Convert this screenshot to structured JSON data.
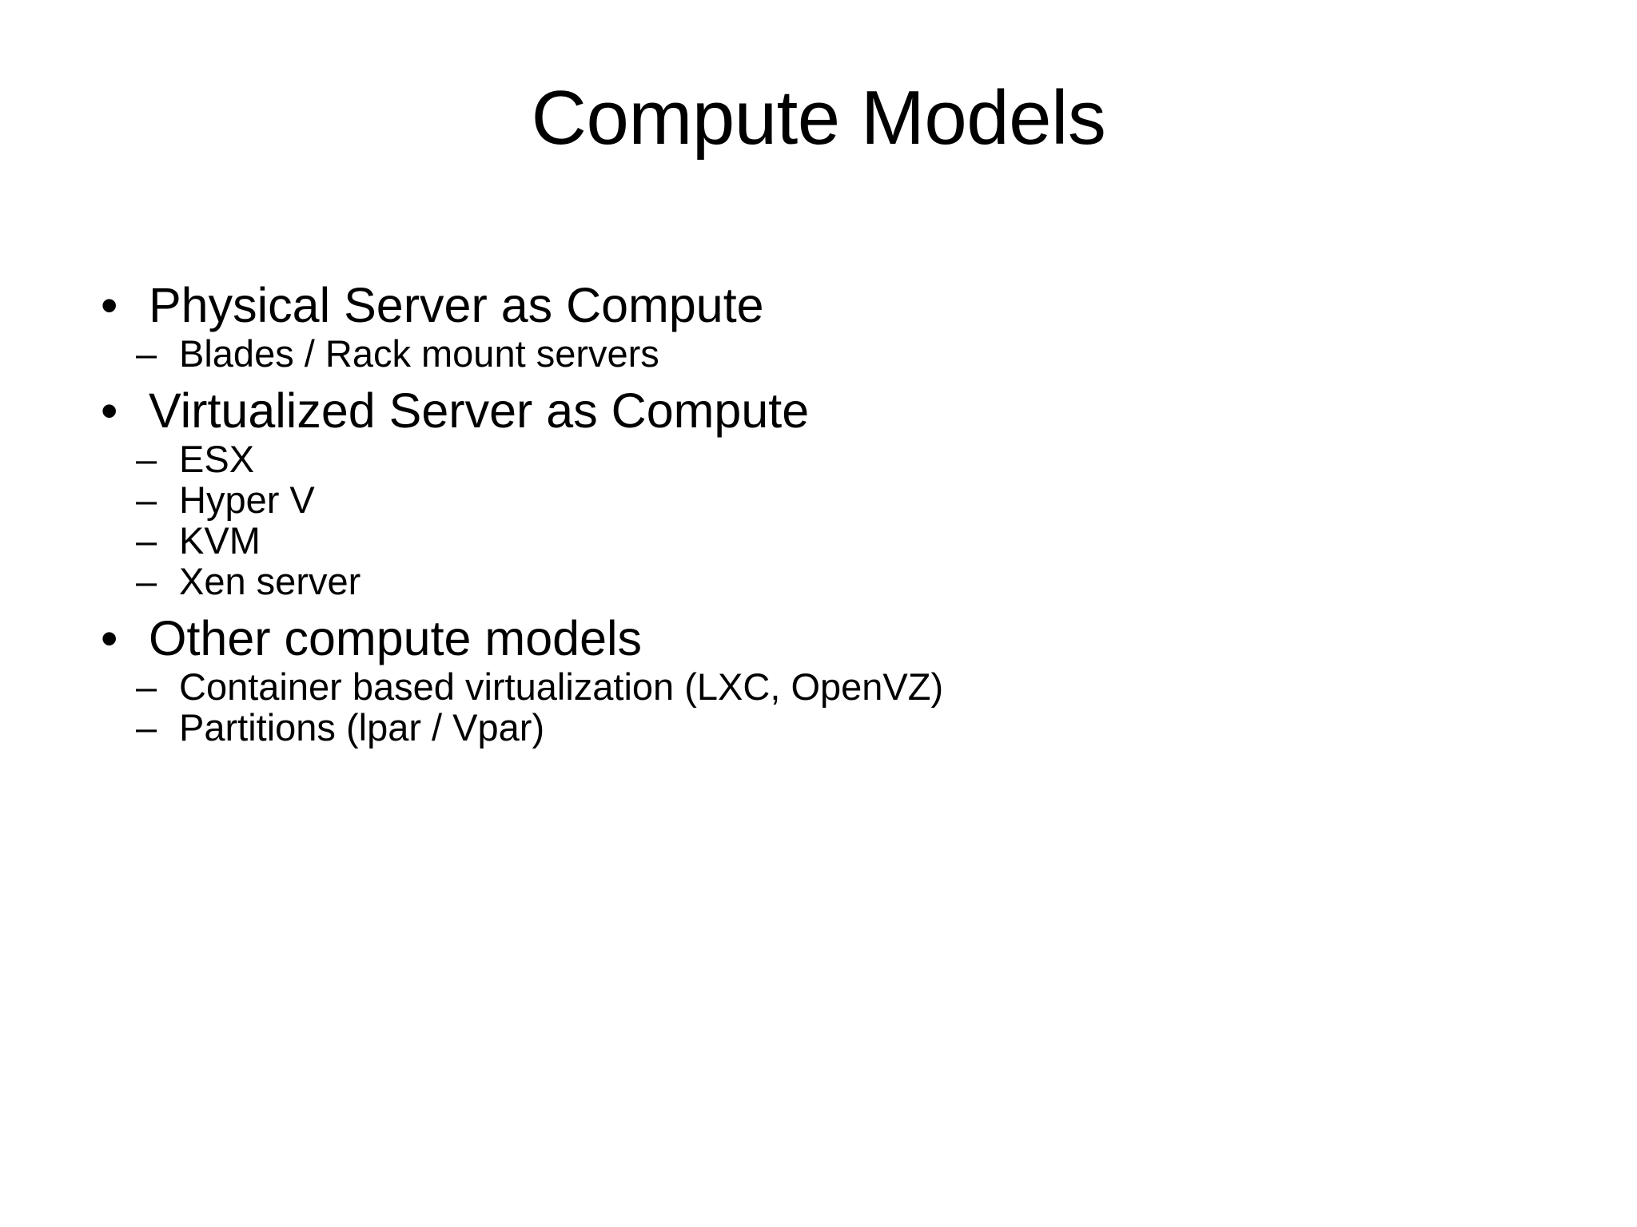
{
  "slide": {
    "title": "Compute Models",
    "background_color": "#ffffff",
    "text_color": "#000000",
    "bullet_marker_level1": "•",
    "bullet_marker_level2": "–",
    "groups": [
      {
        "heading": "Physical Server as Compute",
        "items": [
          "Blades / Rack mount servers"
        ]
      },
      {
        "heading": "Virtualized Server as Compute",
        "items": [
          "ESX",
          "Hyper V",
          "KVM",
          "Xen server"
        ]
      },
      {
        "heading": "Other compute models",
        "items": [
          "Container based virtualization (LXC, OpenVZ)",
          "Partitions (lpar / Vpar)"
        ]
      }
    ]
  }
}
